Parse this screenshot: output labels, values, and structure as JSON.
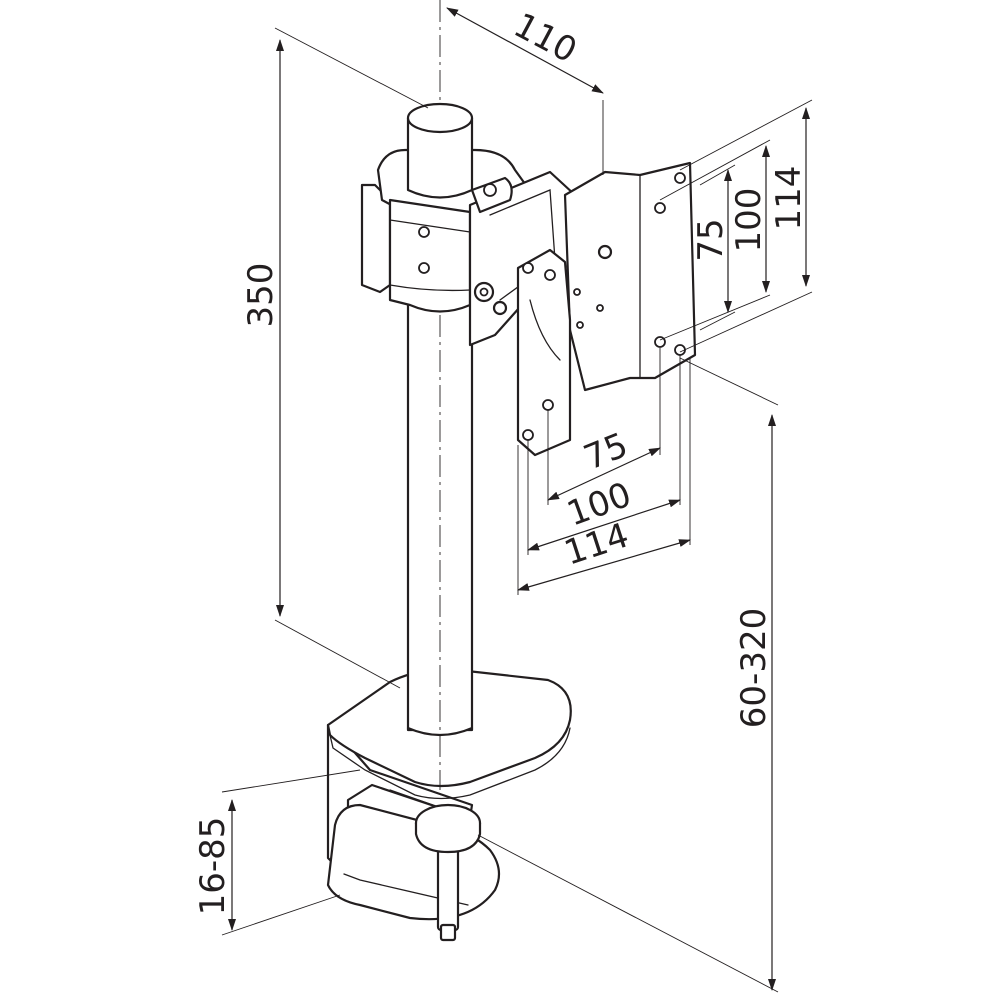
{
  "colors": {
    "line": "#231f20",
    "background": "#ffffff"
  },
  "dimensions": {
    "height": "350",
    "depth": "110",
    "vesa_v_small": "75",
    "vesa_v_medium": "100",
    "vesa_v_large": "114",
    "vesa_h_small": "75",
    "vesa_h_medium": "100",
    "vesa_h_large": "114",
    "adjust_range": "60-320",
    "clamp_range": "16-85"
  }
}
